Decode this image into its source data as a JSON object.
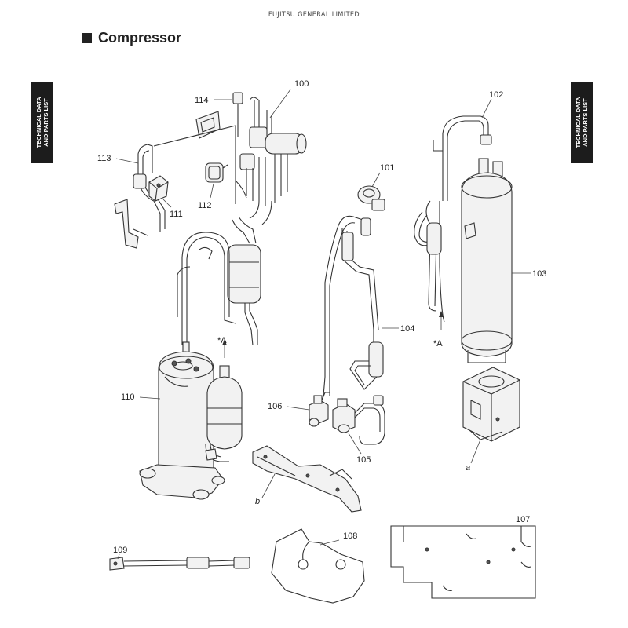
{
  "header": "FUJITSU GENERAL LIMITED",
  "title": "Compressor",
  "side_tab": {
    "line1": "TECHNICAL DATA",
    "line2": "AND PARTS LIST"
  },
  "callouts": {
    "c100": "100",
    "c101": "101",
    "c102": "102",
    "c103": "103",
    "c104": "104",
    "c105": "105",
    "c106": "106",
    "c107": "107",
    "c108": "108",
    "c109": "109",
    "c110": "110",
    "c111": "111",
    "c112": "112",
    "c113": "113",
    "c114": "114",
    "a": "a",
    "b": "b",
    "marker_left": "*A",
    "marker_right": "*A"
  }
}
